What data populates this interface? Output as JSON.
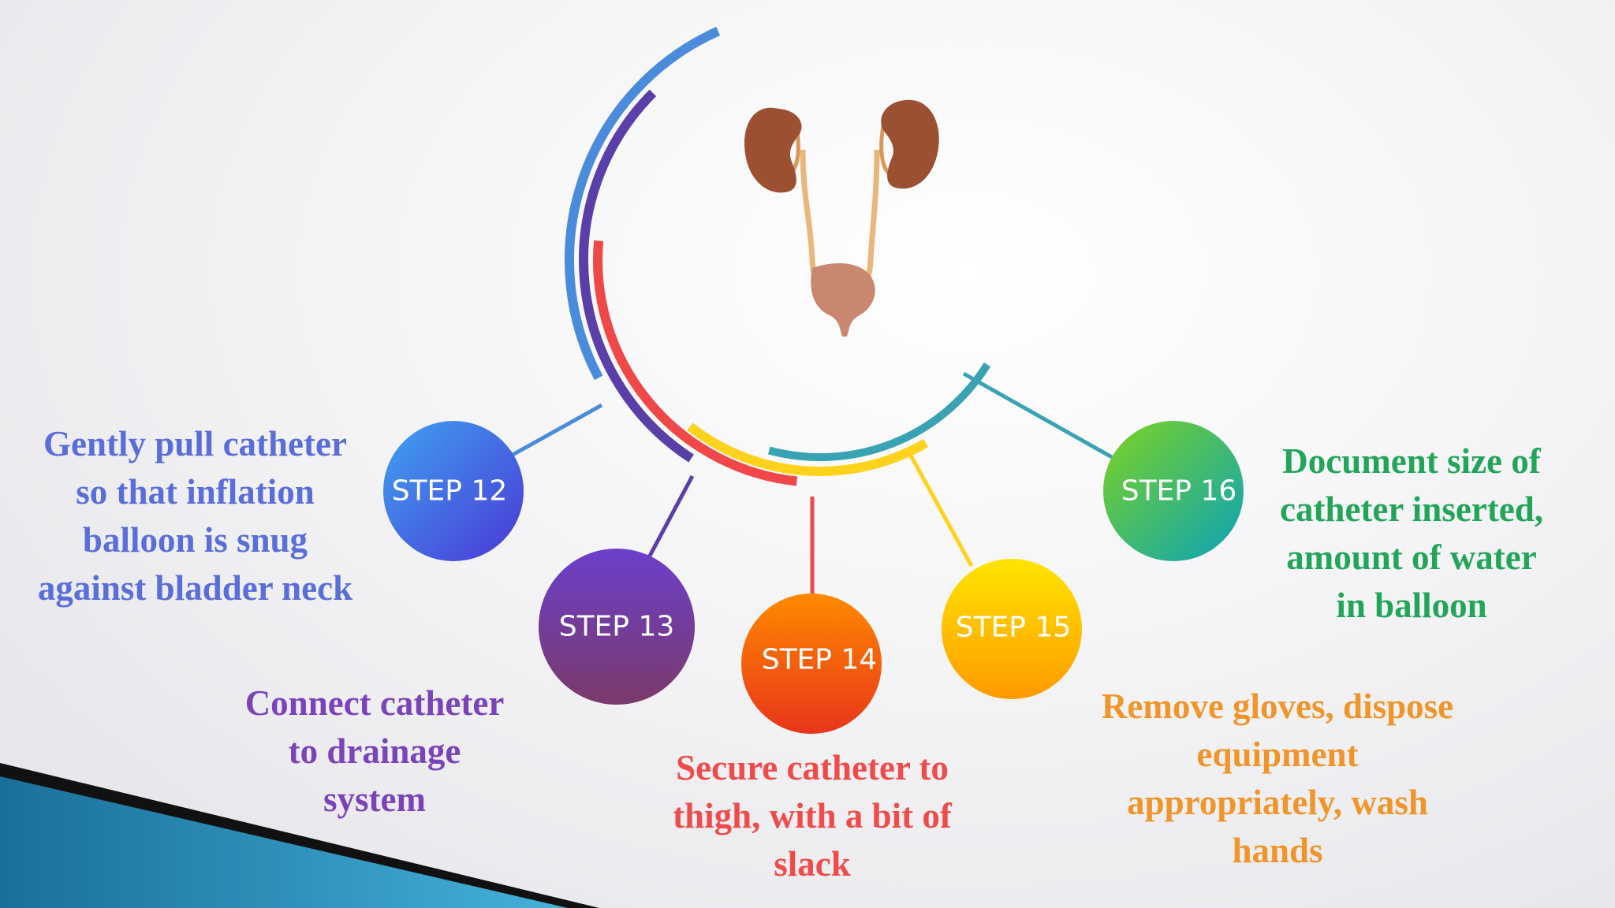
{
  "steps": [
    {
      "label": "STEP 12",
      "color": "#4f5fe0",
      "text_color": "#5a6ed9",
      "text": [
        "Gently pull catheter",
        "so that inflation",
        "balloon is snug",
        "against bladder neck"
      ]
    },
    {
      "label": "STEP 13",
      "color": "#6a3aa6",
      "text_color": "#7a44b8",
      "text": [
        "Connect catheter",
        "to drainage",
        "system"
      ]
    },
    {
      "label": "STEP 14",
      "color": "#f06a1a",
      "text_color": "#ef4b4b",
      "text": [
        "Secure catheter to",
        "thigh, with a bit of",
        "slack"
      ]
    },
    {
      "label": "STEP 15",
      "color": "#ffc21a",
      "text_color": "#f0952a",
      "text": [
        "Remove gloves, dispose",
        "equipment",
        "appropriately, wash",
        "hands"
      ]
    },
    {
      "label": "STEP 16",
      "color": "#1fb28a",
      "text_color": "#22a559",
      "text": [
        "Document size of",
        "catheter inserted,",
        "amount of water",
        "in balloon"
      ]
    }
  ],
  "arc_colors": {
    "blue": "#4a8bdc",
    "purple": "#5a3fa8",
    "red": "#f04848",
    "yellow": "#ffd21c",
    "teal": "#3aa3b3"
  },
  "illustration": "kidneys-ureters-bladder-icon"
}
